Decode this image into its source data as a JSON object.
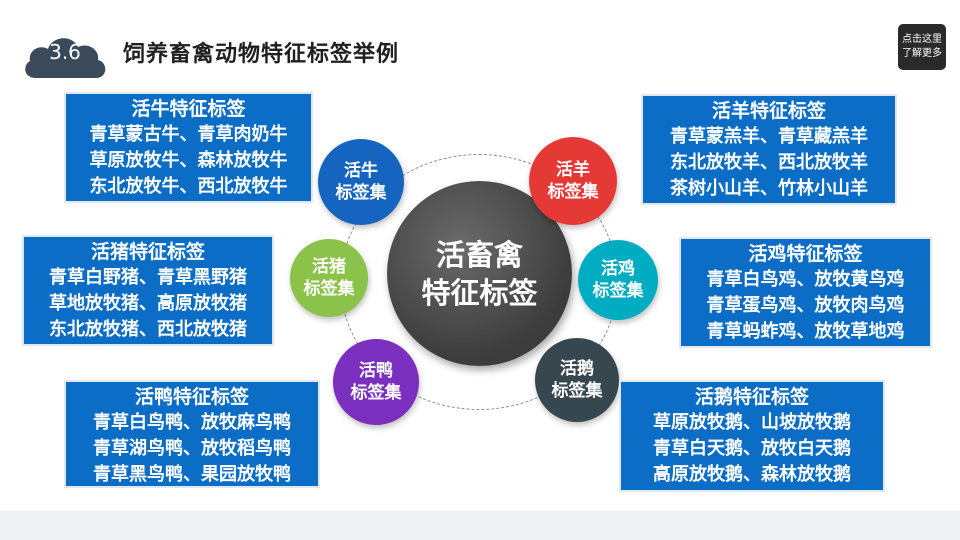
{
  "header": {
    "section_number": "3.6",
    "title": "饲养畜禽动物特征标签举例",
    "more_button": [
      "点击这里",
      "了解更多"
    ]
  },
  "diagram": {
    "center": {
      "line1": "活畜禽",
      "line2": "特征标签"
    },
    "nodes": [
      {
        "id": "cattle",
        "line1": "活牛",
        "line2": "标签集",
        "color": "#1565c0"
      },
      {
        "id": "sheep",
        "line1": "活羊",
        "line2": "标签集",
        "color": "#e53935"
      },
      {
        "id": "pig",
        "line1": "活猪",
        "line2": "标签集",
        "color": "#8bc34a"
      },
      {
        "id": "chicken",
        "line1": "活鸡",
        "line2": "标签集",
        "color": "#00acc1"
      },
      {
        "id": "duck",
        "line1": "活鸭",
        "line2": "标签集",
        "color": "#7b2fbe"
      },
      {
        "id": "goose",
        "line1": "活鹅",
        "line2": "标签集",
        "color": "#37474f"
      }
    ],
    "boxes": [
      {
        "id": "cattle",
        "title": "活牛特征标签",
        "lines": [
          "青草蒙古牛、青草肉奶牛",
          "草原放牧牛、森林放牧牛",
          "东北放牧牛、西北放牧牛"
        ]
      },
      {
        "id": "sheep",
        "title": "活羊特征标签",
        "lines": [
          "青草蒙羔羊、青草藏羔羊",
          "东北放牧羊、西北放牧羊",
          "茶树小山羊、竹林小山羊"
        ]
      },
      {
        "id": "pig",
        "title": "活猪特征标签",
        "lines": [
          "青草白野猪、青草黑野猪",
          "草地放牧猪、高原放牧猪",
          "东北放牧猪、西北放牧猪"
        ]
      },
      {
        "id": "chicken",
        "title": "活鸡特征标签",
        "lines": [
          "青草白鸟鸡、放牧黄鸟鸡",
          "青草蛋鸟鸡、放牧肉鸟鸡",
          "青草蚂蚱鸡、放牧草地鸡"
        ]
      },
      {
        "id": "duck",
        "title": "活鸭特征标签",
        "lines": [
          "青草白鸟鸭、放牧麻鸟鸭",
          "青草湖鸟鸭、放牧稻鸟鸭",
          "青草黑鸟鸭、果园放牧鸭"
        ]
      },
      {
        "id": "goose",
        "title": "活鹅特征标签",
        "lines": [
          "草原放牧鹅、山坡放牧鹅",
          "青草白天鹅、放牧白天鹅",
          "高原放牧鹅、森林放牧鹅"
        ]
      }
    ]
  }
}
